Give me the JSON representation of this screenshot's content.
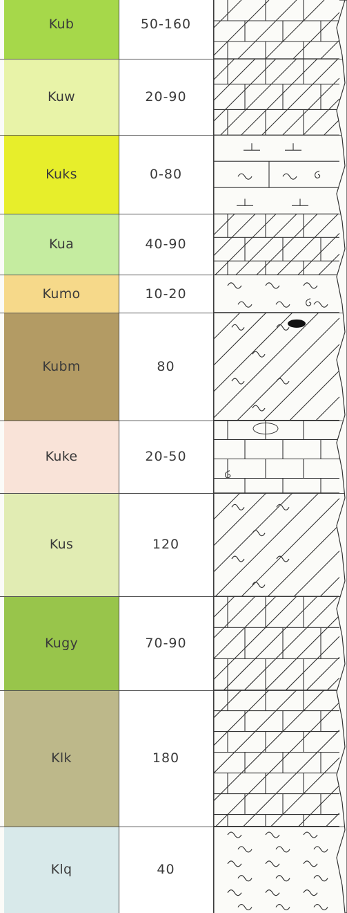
{
  "units": [
    {
      "code": "Kub",
      "thickness": "50-160",
      "color": "#a6d84a",
      "height_frac": 0.0742
    },
    {
      "code": "Kuw",
      "thickness": "20-90",
      "color": "#e8f3a8",
      "height_frac": 0.0826
    },
    {
      "code": "Kuks",
      "thickness": "0-80",
      "color": "#e7ee2b",
      "height_frac": 0.0856
    },
    {
      "code": "Kua",
      "thickness": "40-90",
      "color": "#c5eca0",
      "height_frac": 0.0659
    },
    {
      "code": "Kumo",
      "thickness": "10-20",
      "color": "#f6d98a",
      "height_frac": 0.0409
    },
    {
      "code": "Kubm",
      "thickness": "80",
      "color": "#b39b64",
      "height_frac": 0.1167
    },
    {
      "code": "Kuke",
      "thickness": "20-50",
      "color": "#f9e3d8",
      "height_frac": 0.0788
    },
    {
      "code": "Kus",
      "thickness": "120",
      "color": "#e1ecb3",
      "height_frac": 0.1121
    },
    {
      "code": "Kugy",
      "thickness": "70-90",
      "color": "#98c54b",
      "height_frac": 0.1015
    },
    {
      "code": "Klk",
      "thickness": "180",
      "color": "#bdb88a",
      "height_frac": 0.1477
    },
    {
      "code": "Klq",
      "thickness": "40",
      "color": "#d8e9ea",
      "height_frac": 0.094
    }
  ],
  "lithology": [
    "limestone-dolomite",
    "dolomite",
    "tuff-shale",
    "dolomite",
    "shale",
    "dolomite-shale",
    "limestone",
    "dolomite-shale",
    "dolomite",
    "limestone-dolomite",
    "shale"
  ]
}
